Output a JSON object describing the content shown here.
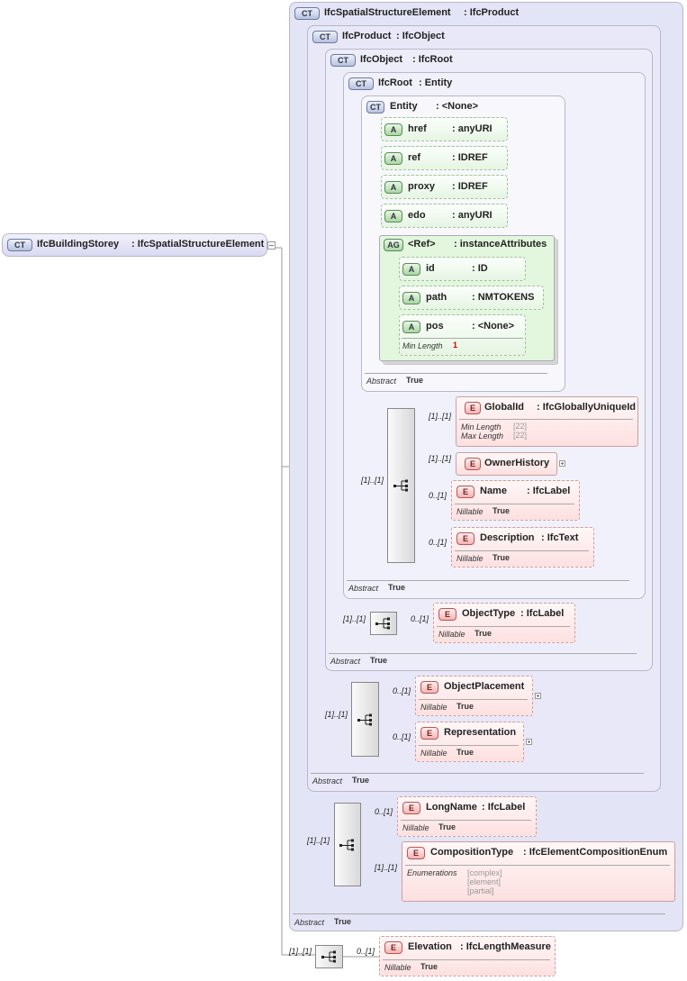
{
  "root": {
    "name": "IfcBuildingStorey",
    "type": ": IfcSpatialStructureElement",
    "badge": "CT"
  },
  "ct0": {
    "name": "IfcSpatialStructureElement",
    "type": ": IfcProduct",
    "badge": "CT",
    "abstract_label": "Abstract",
    "abstract_value": "True"
  },
  "ct1": {
    "name": "IfcProduct",
    "type": ": IfcObject",
    "badge": "CT",
    "abstract_label": "Abstract",
    "abstract_value": "True"
  },
  "ct2": {
    "name": "IfcObject",
    "type": ": IfcRoot",
    "badge": "CT",
    "abstract_label": "Abstract",
    "abstract_value": "True"
  },
  "ct3": {
    "name": "IfcRoot",
    "type": ": Entity",
    "badge": "CT",
    "abstract_label": "Abstract",
    "abstract_value": "True"
  },
  "entity": {
    "name": "Entity",
    "type": ": <None>",
    "badge": "CT",
    "abstract_label": "Abstract",
    "abstract_value": "True"
  },
  "attrs": [
    {
      "badge": "A",
      "name": "href",
      "type": ": anyURI"
    },
    {
      "badge": "A",
      "name": "ref",
      "type": ": IDREF"
    },
    {
      "badge": "A",
      "name": "proxy",
      "type": ": IDREF"
    },
    {
      "badge": "A",
      "name": "edo",
      "type": ": anyURI"
    }
  ],
  "ag": {
    "badge": "AG",
    "name": "<Ref>",
    "type": ": instanceAttributes",
    "attrs": [
      {
        "badge": "A",
        "name": "id",
        "type": ": ID"
      },
      {
        "badge": "A",
        "name": "path",
        "type": ": NMTOKENS"
      },
      {
        "badge": "A",
        "name": "pos",
        "type": ": <None>",
        "prop_label": "Min Length",
        "prop_value": "1"
      }
    ]
  },
  "root_seq": {
    "card": "[1]..[1]"
  },
  "globalid": {
    "badge": "E",
    "name": "GlobalId",
    "type": ": IfcGloballyUniqueId",
    "card": "[1]..[1]",
    "p1_label": "Min Length",
    "p1_value": "[22]",
    "p2_label": "Max Length",
    "p2_value": "[22]"
  },
  "ownerhistory": {
    "badge": "E",
    "name": "OwnerHistory",
    "card": "[1]..[1]"
  },
  "name_el": {
    "badge": "E",
    "name": "Name",
    "type": ": IfcLabel",
    "card": "0..[1]",
    "prop_label": "Nillable",
    "prop_value": "True"
  },
  "description": {
    "badge": "E",
    "name": "Description",
    "type": ": IfcText",
    "card": "0..[1]",
    "prop_label": "Nillable",
    "prop_value": "True"
  },
  "object_seq": {
    "card": "[1]..[1]"
  },
  "objecttype": {
    "badge": "E",
    "name": "ObjectType",
    "type": ": IfcLabel",
    "card": "0..[1]",
    "prop_label": "Nillable",
    "prop_value": "True"
  },
  "product_seq": {
    "card": "[1]..[1]"
  },
  "objectplacement": {
    "badge": "E",
    "name": "ObjectPlacement",
    "card": "0..[1]",
    "prop_label": "Nillable",
    "prop_value": "True"
  },
  "representation": {
    "badge": "E",
    "name": "Representation",
    "card": "0..[1]",
    "prop_label": "Nillable",
    "prop_value": "True"
  },
  "sse_seq": {
    "card": "[1]..[1]"
  },
  "longname": {
    "badge": "E",
    "name": "LongName",
    "type": ": IfcLabel",
    "card": "0..[1]",
    "prop_label": "Nillable",
    "prop_value": "True"
  },
  "compositiontype": {
    "badge": "E",
    "name": "CompositionType",
    "type": ": IfcElementCompositionEnum",
    "card": "[1]..[1]",
    "enum_label": "Enumerations",
    "enums": [
      "[complex]",
      "[element]",
      "[partial]"
    ]
  },
  "storey_seq": {
    "card": "[1]..[1]"
  },
  "elevation": {
    "badge": "E",
    "name": "Elevation",
    "type": ": IfcLengthMeasure",
    "card": "0..[1]",
    "prop_label": "Nillable",
    "prop_value": "True"
  }
}
